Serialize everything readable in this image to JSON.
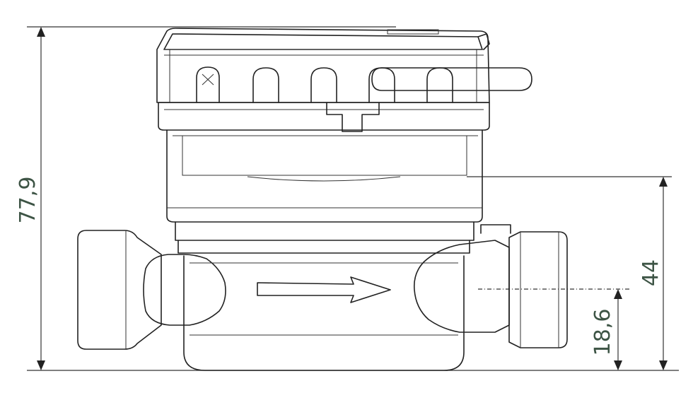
{
  "dimensions": {
    "total_height": "77,9",
    "axis_to_display": "44",
    "axis_height": "18,6"
  },
  "colors": {
    "dimension_text": "#3d5445",
    "outline": "#222222"
  }
}
